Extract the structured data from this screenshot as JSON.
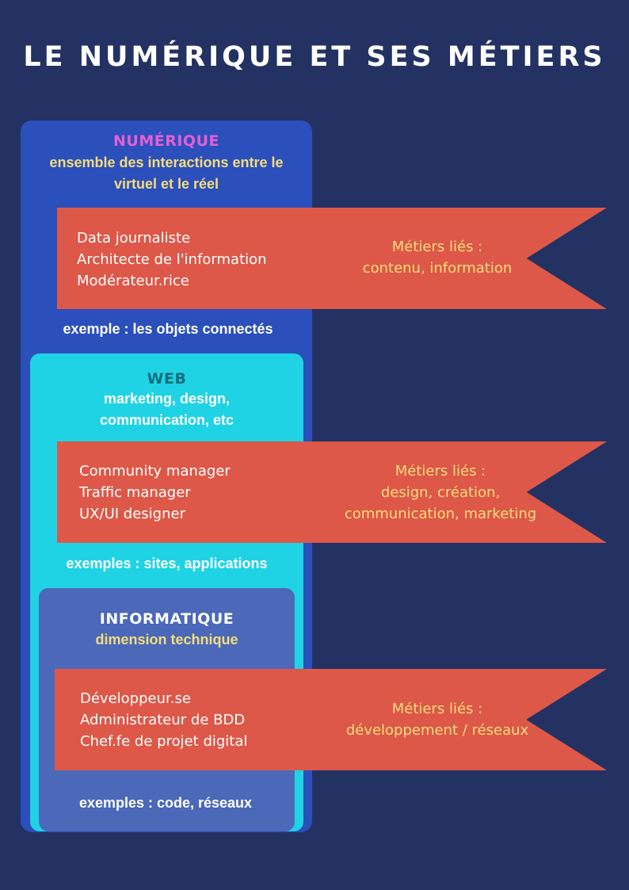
{
  "title": "LE NUMÉRIQUE ET SES MÉTIERS",
  "colors": {
    "background": "#233263",
    "numerique_box": "#2b4fbb",
    "web_box": "#1fd3e4",
    "informatique_box": "#4b68b9",
    "ribbon": "#dd5848",
    "accent_yellow": "#f5dd7a",
    "accent_pink": "#e45fd4",
    "web_heading": "#0f6f7f"
  },
  "numerique": {
    "heading": "NUMÉRIQUE",
    "desc": [
      "ensemble des interactions entre le",
      "virtuel et le réel"
    ],
    "jobs": [
      "Data journaliste",
      "Architecte de l'information",
      "Modérateur.rice"
    ],
    "metiers": [
      "Métiers liés :",
      "contenu, information"
    ],
    "example": "exemple : les objets connectés"
  },
  "web": {
    "heading": "WEB",
    "desc": [
      "marketing, design,",
      "communication, etc"
    ],
    "jobs": [
      "Community manager",
      "Traffic manager",
      "UX/UI designer"
    ],
    "metiers": [
      "Métiers liés :",
      "design, création,",
      "communication, marketing"
    ],
    "example": "exemples : sites, applications"
  },
  "informatique": {
    "heading": "INFORMATIQUE",
    "desc": [
      "dimension technique"
    ],
    "jobs": [
      "Développeur.se",
      "Administrateur de BDD",
      "Chef.fe de projet digital"
    ],
    "metiers": [
      "Métiers liés :",
      "développement / réseaux"
    ],
    "example": "exemples : code, réseaux"
  }
}
